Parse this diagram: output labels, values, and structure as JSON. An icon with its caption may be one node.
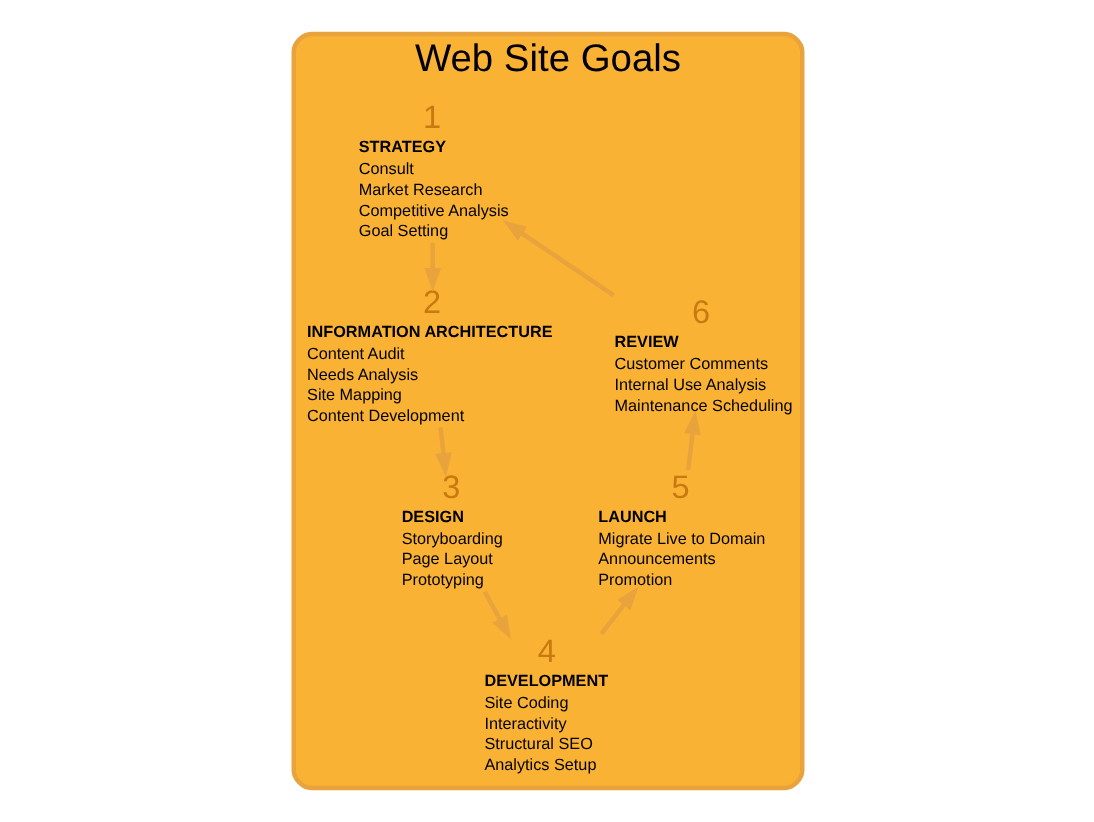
{
  "diagram": {
    "nodes": [
      {
        "text": [
          "Web Site Goals"
        ]
      },
      {
        "text": [
          "STRATEGY",
          "Consult",
          "Market Research",
          "Competitive Analysis",
          "Goal Setting"
        ],
        "in": 0,
        "beside": [
          "1"
        ]
      },
      {
        "text": [
          "INFORMATION ARCHITECTURE",
          "Content Audit",
          "Needs Analysis",
          "Site Mapping",
          "Content Development"
        ],
        "in": 0,
        "beside": [
          "2"
        ]
      },
      {
        "text": [
          "DESIGN",
          "Storyboarding",
          "Page Layout",
          "Prototyping"
        ],
        "in": 0,
        "beside": [
          "3"
        ]
      },
      {
        "text": [
          "DEVELOPMENT",
          "Site Coding",
          "Interactivity",
          "Structural SEO",
          "Analytics Setup"
        ],
        "in": 0,
        "beside": [
          "4"
        ]
      },
      {
        "text": [
          "LAUNCH",
          "Migrate Live to Domain",
          "Announcements",
          "Promotion"
        ],
        "in": 0,
        "beside": [
          "5"
        ]
      },
      {
        "text": [
          "REVIEW",
          "Customer Comments",
          "Internal Use Analysis",
          "Maintenance Scheduling"
        ],
        "in": 0,
        "beside": [
          "6"
        ]
      }
    ],
    "edges": [
      {
        "from": 1,
        "to": 2,
        "arrow": "to"
      },
      {
        "from": 2,
        "to": 3,
        "arrow": "to"
      },
      {
        "from": 3,
        "to": 4,
        "arrow": "to"
      },
      {
        "from": 4,
        "to": 5,
        "arrow": "to"
      },
      {
        "from": 5,
        "to": 6,
        "arrow": "to"
      },
      {
        "from": 6,
        "to": 1,
        "arrow": "to"
      }
    ]
  }
}
